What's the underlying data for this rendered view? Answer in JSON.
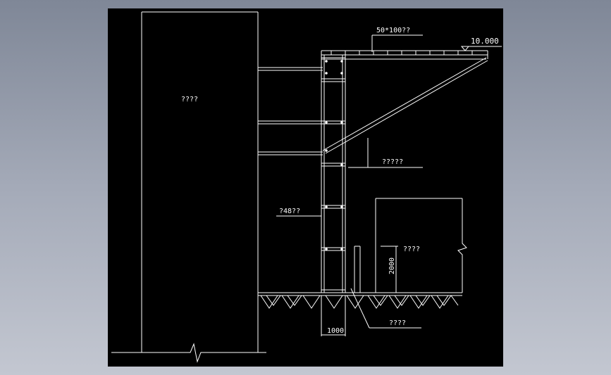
{
  "drawing": {
    "background": "#000000",
    "line_color": "#ffffff",
    "labels": {
      "building": "????",
      "elevation": "10.000",
      "roof_spec": "50*100??",
      "brace": "?????",
      "pipe": "?48??",
      "shed": "????",
      "height_dim": "2000",
      "width_dim": "1000",
      "ground": "????"
    }
  }
}
